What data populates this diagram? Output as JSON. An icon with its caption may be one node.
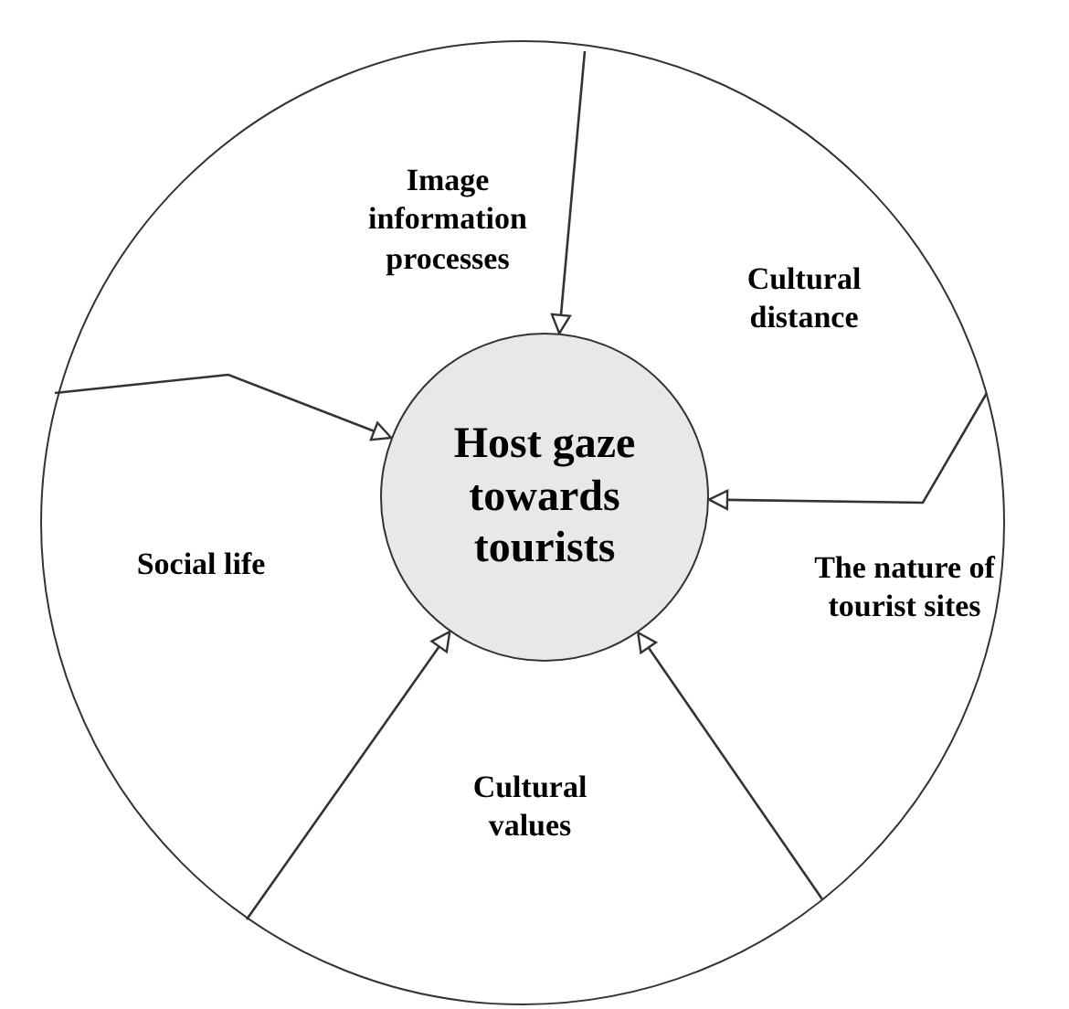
{
  "diagram": {
    "nodes": [
      {
        "text": [],
        "shape": "circle"
      },
      {
        "text": [
          "Image information processes"
        ],
        "in": 0
      },
      {
        "text": [
          "Cultural distance"
        ],
        "in": 0
      },
      {
        "text": [
          "Host gaze towards tourists"
        ],
        "in": 0
      },
      {
        "text": [
          "Social life"
        ],
        "in": 0
      },
      {
        "text": [
          "The nature of tourist sites"
        ],
        "in": 0
      },
      {
        "text": [
          "Cultural values"
        ],
        "in": 0
      }
    ],
    "edges": [
      {
        "from": null,
        "to": 3,
        "arrow": "to"
      },
      {
        "from": null,
        "to": 3,
        "arrow": "to"
      },
      {
        "from": null,
        "to": 3,
        "arrow": "to"
      },
      {
        "from": null,
        "to": 3,
        "arrow": "to"
      },
      {
        "from": null,
        "to": 3,
        "arrow": "to"
      }
    ]
  }
}
